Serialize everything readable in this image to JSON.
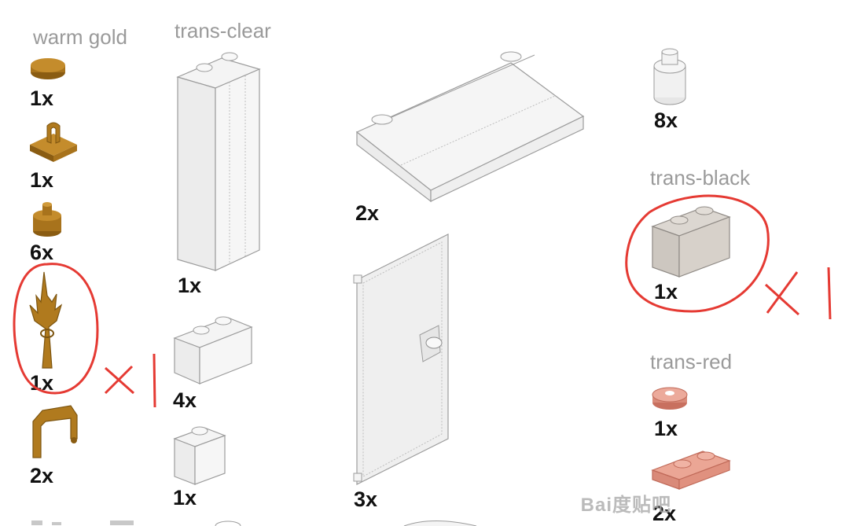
{
  "categories": {
    "warm_gold": "warm gold",
    "trans_clear": "trans-clear",
    "trans_black": "trans-black",
    "trans_red": "trans-red"
  },
  "parts": {
    "gold_round_plate": "1x",
    "gold_clip_tile": "1x",
    "gold_round_brick": "6x",
    "gold_spike": "1x",
    "gold_handle_bar": "2x",
    "clear_tall_pillar": "1x",
    "clear_brick_1x2": "4x",
    "clear_brick_1x1": "1x",
    "clear_slope_wedge": "2x",
    "clear_door_panel": "3x",
    "clear_round_brick": "8x",
    "black_brick_1x2": "1x",
    "red_round_plate": "1x",
    "red_plate_1x2": "2x"
  },
  "colors": {
    "gold": "#b07a1e",
    "gold_dark": "#7d5510",
    "clear_fill": "#eeeeee",
    "clear_stroke": "#9c9c9c",
    "black_trans": "#d4cfc9",
    "red_trans": "#e7a294",
    "annotation_red": "#e53a33",
    "category_gray": "#9a9a9a"
  },
  "annotations": {
    "spike_mark": "×|",
    "black_brick_mark": "×|"
  },
  "watermark": "Bai度贴吧"
}
